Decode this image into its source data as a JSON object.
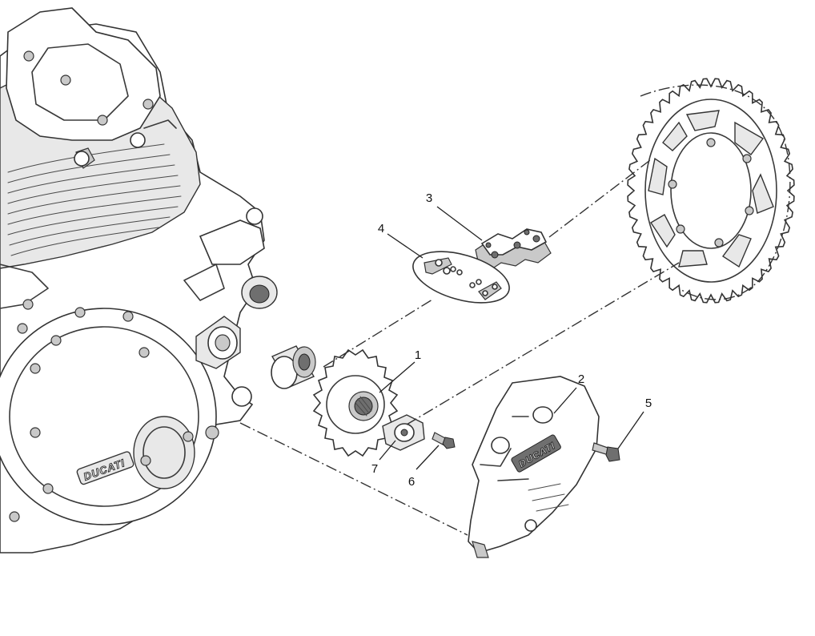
{
  "brand": {
    "cover_text": "DUCATI",
    "engine_text": "DUCATI"
  },
  "callouts": [
    {
      "id": "1",
      "label": "1"
    },
    {
      "id": "2",
      "label": "2"
    },
    {
      "id": "3",
      "label": "3"
    },
    {
      "id": "4",
      "label": "4"
    },
    {
      "id": "5",
      "label": "5"
    },
    {
      "id": "6",
      "label": "6"
    },
    {
      "id": "7",
      "label": "7"
    }
  ],
  "colors": {
    "line": "#3a3a3a",
    "background": "#ffffff",
    "shade": "#c9c9c9"
  }
}
